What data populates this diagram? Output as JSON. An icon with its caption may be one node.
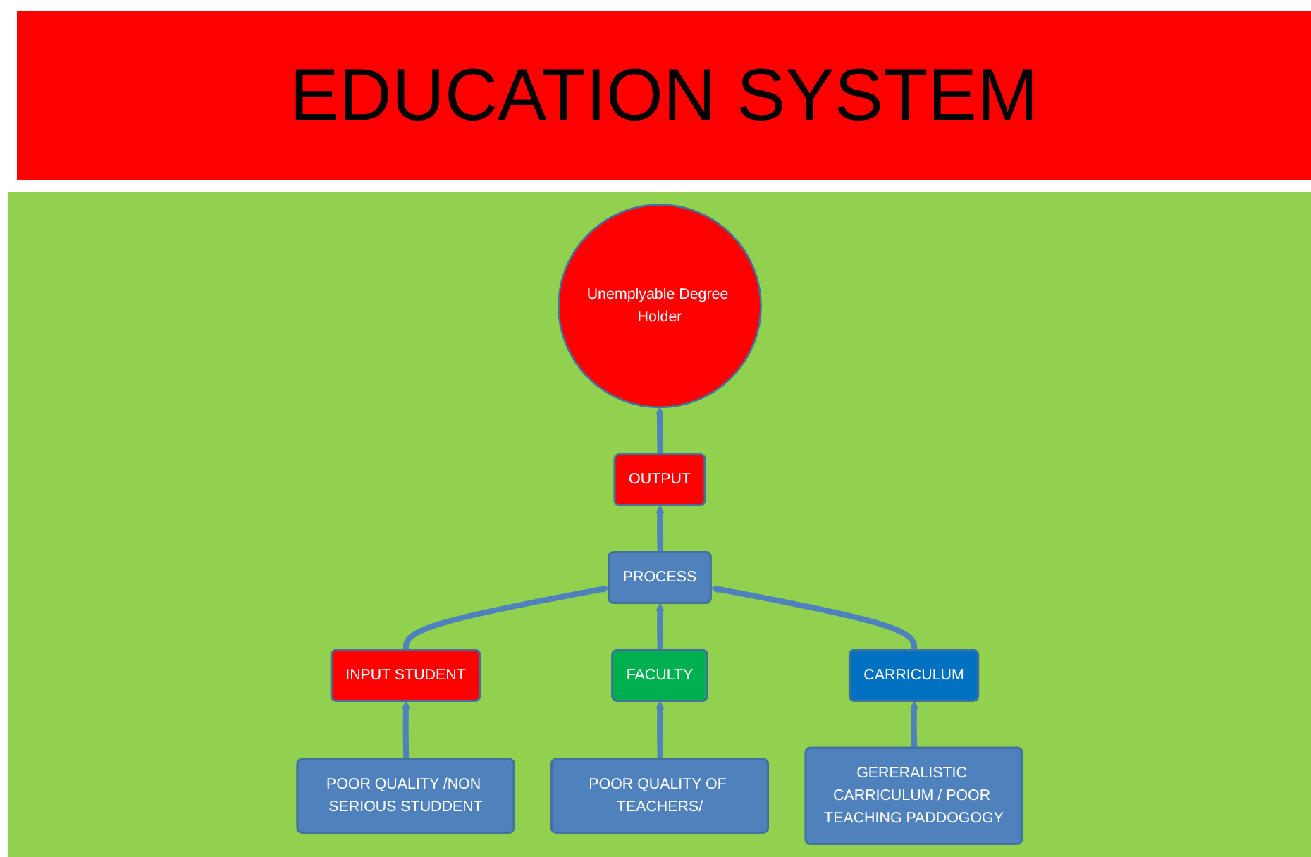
{
  "diagram": {
    "title": "EDUCATION SYSTEM",
    "nodes": [
      {
        "text": [
          "PROCESS"
        ]
      },
      {
        "text": [
          "INPUT STUDENT"
        ]
      },
      {
        "text": [
          "FACULTY"
        ]
      },
      {
        "text": [
          "CARRICULUM"
        ]
      },
      {
        "text": [
          "OUTPUT"
        ]
      },
      {
        "text": [
          "POOR QUALITY /NON SERIOUS STUDDENT"
        ]
      },
      {
        "text": [
          "POOR QUALITY OF TEACHERS/"
        ]
      },
      {
        "text": [
          "GERERALISTIC CARRICULUM / POOR TEACHING PADDOGOGY"
        ]
      },
      {
        "text": [
          "Unemplyable Degree Holder"
        ]
      }
    ],
    "edges": [
      {
        "from": 1,
        "to": 0,
        "arrow": "to"
      },
      {
        "from": 2,
        "to": 0,
        "arrow": "to"
      },
      {
        "from": 3,
        "to": 0,
        "arrow": "to"
      },
      {
        "from": 0,
        "to": 4,
        "arrow": "to"
      },
      {
        "from": 4,
        "to": 8,
        "arrow": "to"
      },
      {
        "from": 5,
        "to": 1,
        "arrow": "to"
      },
      {
        "from": 6,
        "to": 2,
        "arrow": "to"
      },
      {
        "from": 7,
        "to": 3,
        "arrow": "to"
      }
    ]
  }
}
